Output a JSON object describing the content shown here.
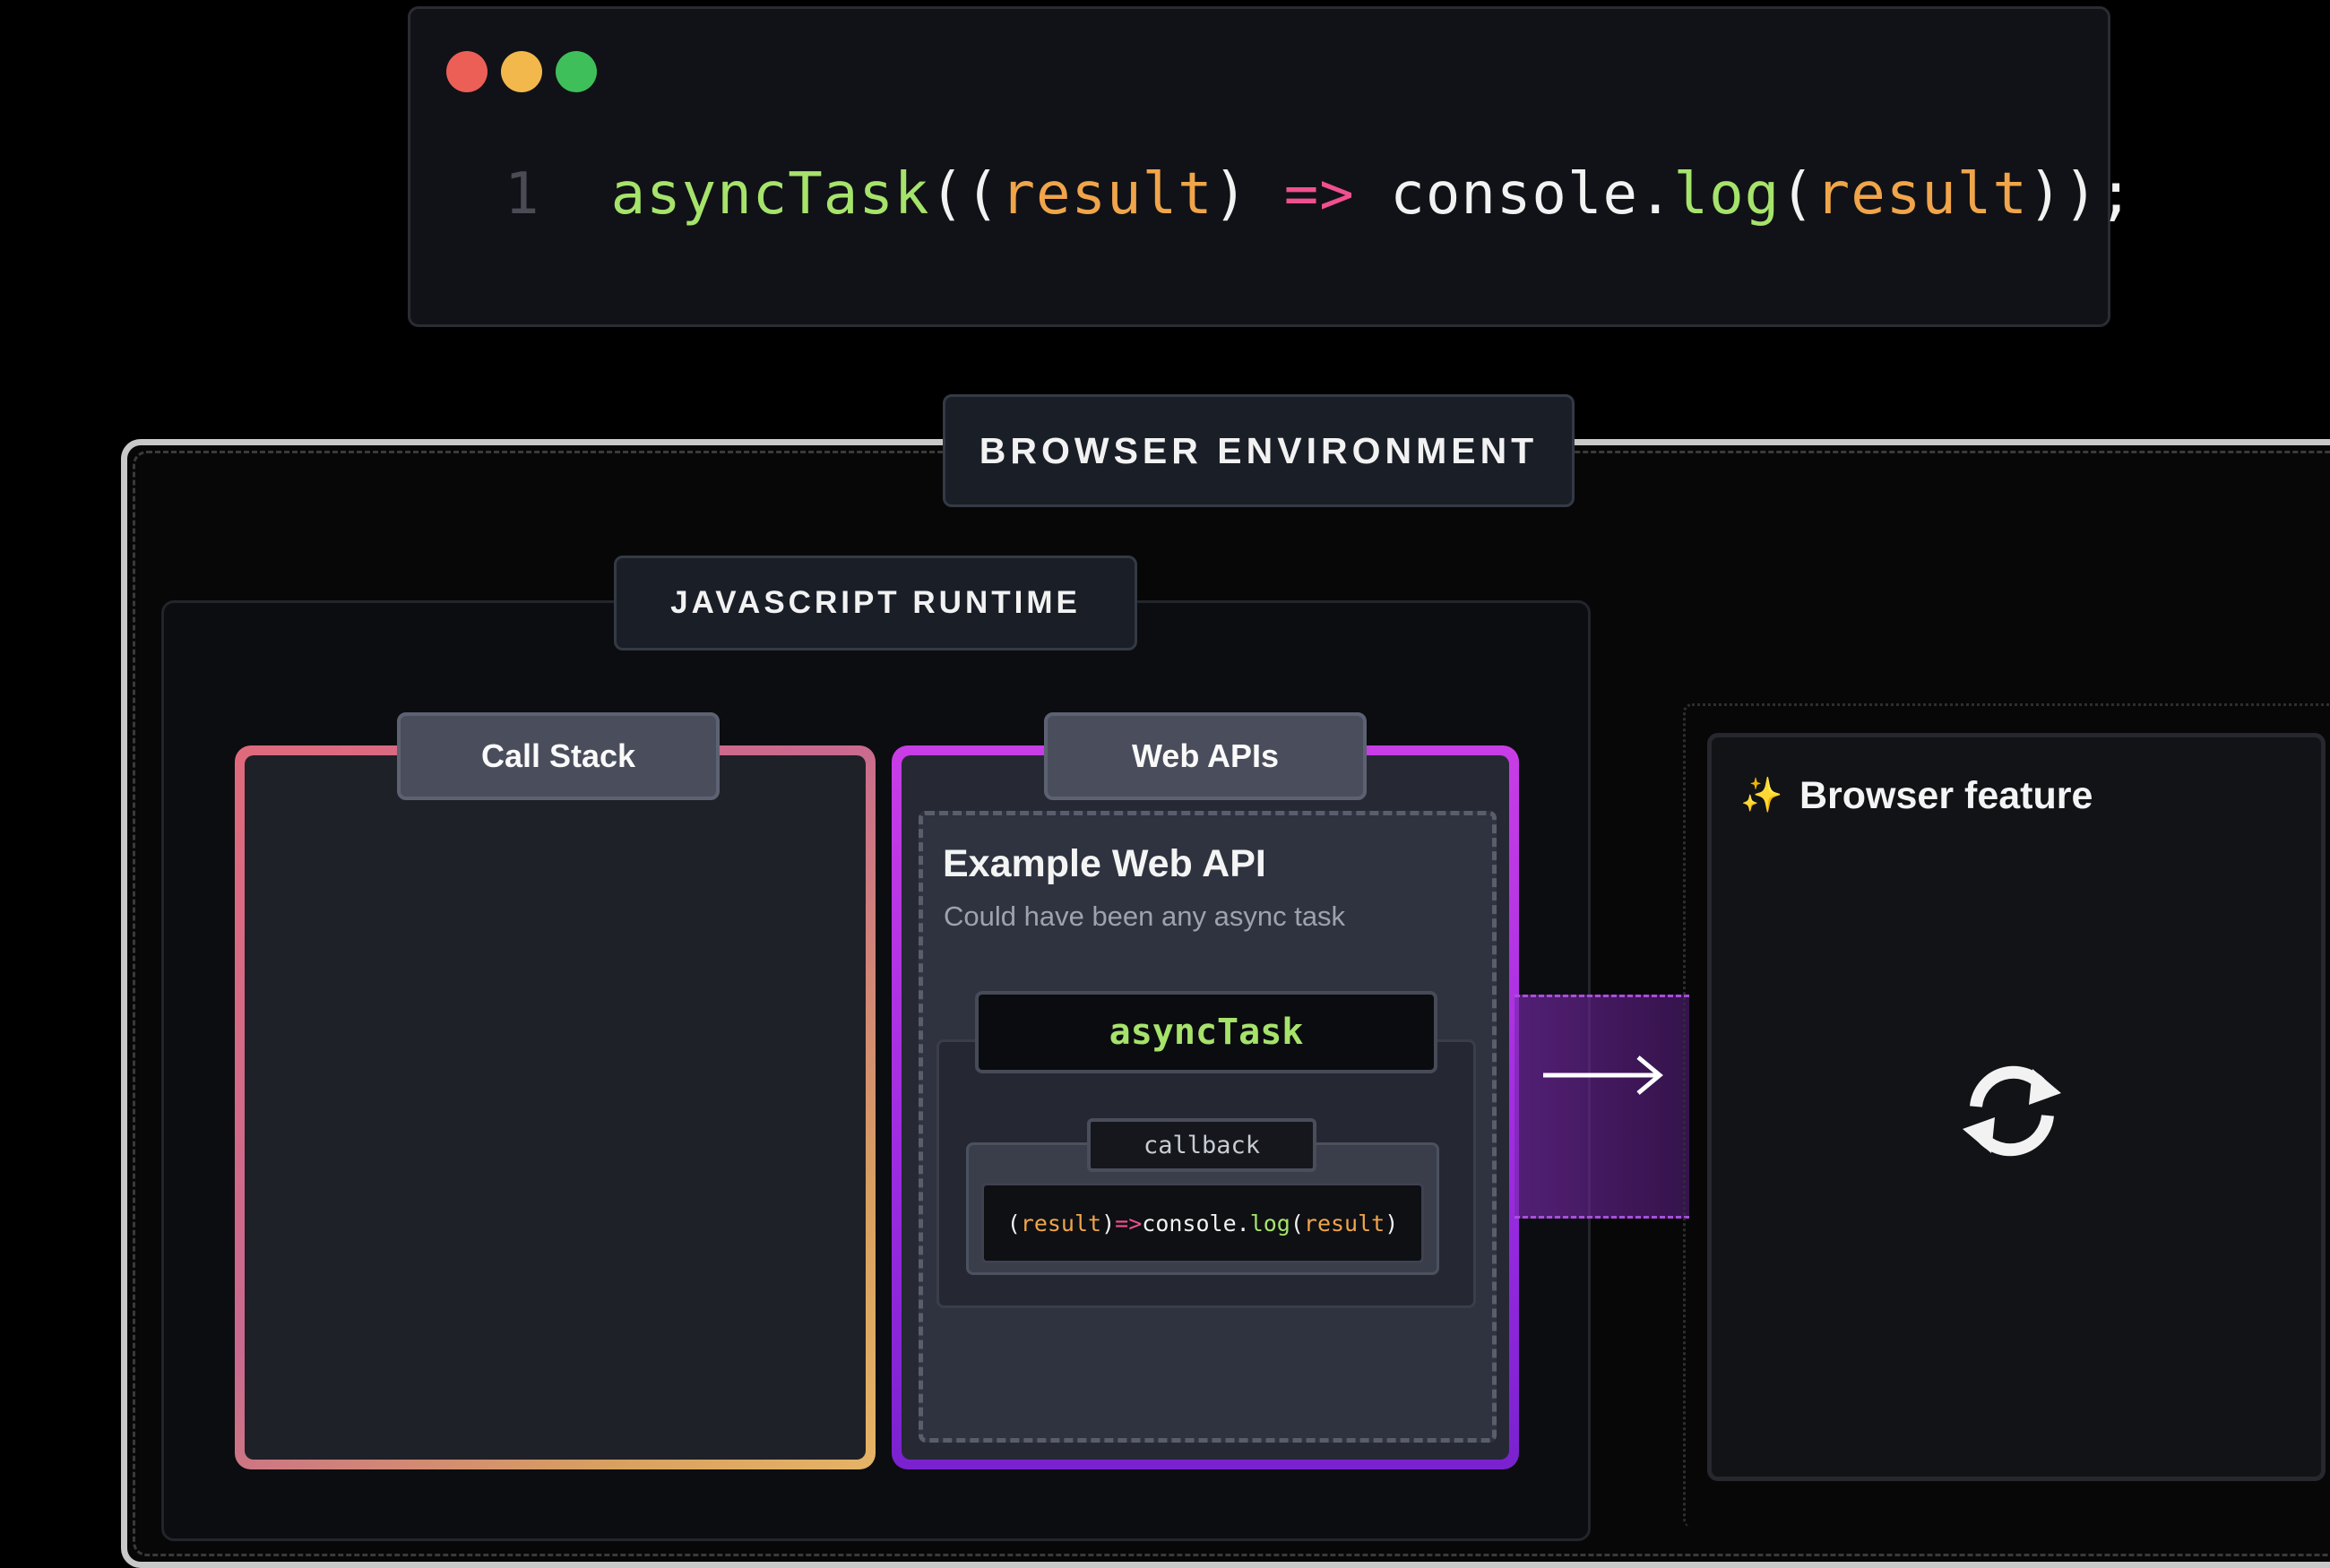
{
  "editor": {
    "window_controls": [
      "close-dot",
      "minimize-dot",
      "maximize-dot"
    ],
    "line_number": "1",
    "code": {
      "fn": "asyncTask",
      "open": "((",
      "param": "result",
      "close_paren": ")",
      "arrow": "=>",
      "console": "console.",
      "log": "log",
      "open2": "(",
      "param2": "result",
      "close": "));"
    }
  },
  "browser_environment": {
    "label": "BROWSER ENVIRONMENT"
  },
  "runtime": {
    "label": "JAVASCRIPT RUNTIME"
  },
  "call_stack": {
    "label": "Call Stack"
  },
  "web_apis": {
    "label": "Web APIs",
    "example_title": "Example Web API",
    "example_subtitle": "Could have been any async task",
    "task_name": "asyncTask",
    "callback_label": "callback",
    "callback_code": {
      "open": "(",
      "param": "result",
      "close": ")",
      "arrow": "=>",
      "console": "console.",
      "log": "log",
      "open2": "(",
      "param2": "result",
      "close2": ")"
    }
  },
  "browser_feature": {
    "title": "Browser feature",
    "sparkle_icon": "sparkle-icon",
    "status_icon": "refresh-icon"
  },
  "colors": {
    "function": "#a6e36b",
    "param": "#f0a54a",
    "operator": "#f0508f",
    "call_stack_gradient": [
      "#e06a7c",
      "#e5b466"
    ],
    "web_apis_gradient": [
      "#c93de6",
      "#7a22d0"
    ]
  }
}
